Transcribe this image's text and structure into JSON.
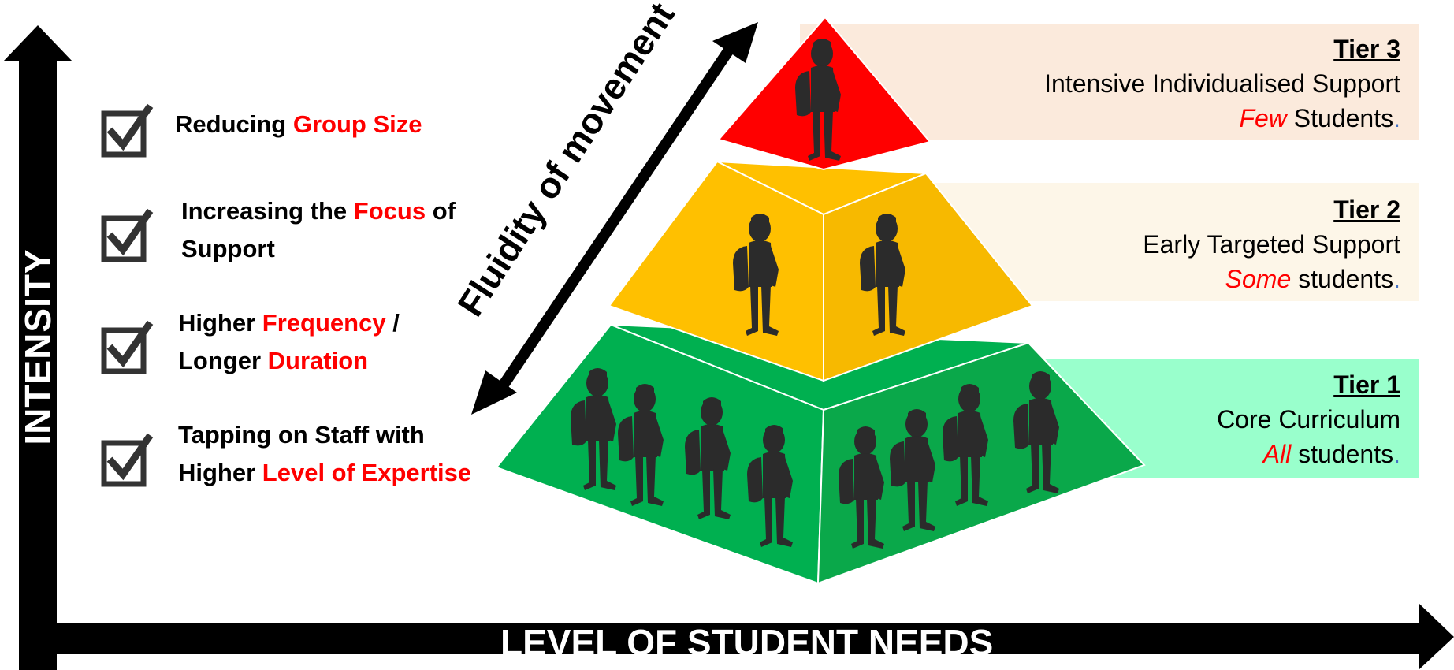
{
  "axes": {
    "y_label": "INTENSITY",
    "x_label": "LEVEL OF STUDENT NEEDS"
  },
  "fluidity_label": "Fluidity of movement",
  "checklist": [
    {
      "line1_pre": "Reducing ",
      "line1_hl": "Group Size",
      "line1_post": "",
      "line2_pre": "",
      "line2_hl": "",
      "line2_post": ""
    },
    {
      "line1_pre": "Increasing the ",
      "line1_hl": "Focus",
      "line1_post": " of",
      "line2_pre": "Support",
      "line2_hl": "",
      "line2_post": ""
    },
    {
      "line1_pre": "Higher ",
      "line1_hl": "Frequency",
      "line1_post": " /",
      "line2_pre": "Longer ",
      "line2_hl": "Duration",
      "line2_post": ""
    },
    {
      "line1_pre": "Tapping on Staff with",
      "line1_hl": "",
      "line1_post": "",
      "line2_pre": "Higher ",
      "line2_hl": "Level of Expertise",
      "line2_post": ""
    }
  ],
  "tiers": [
    {
      "title": "Tier 3",
      "description": "Intensive Individualised Support",
      "emphasis": "Few",
      "rest": " Students",
      "end": "."
    },
    {
      "title": "Tier 2",
      "description": "Early Targeted Support",
      "emphasis": "Some",
      "rest": " students",
      "end": "."
    },
    {
      "title": "Tier 1",
      "description": "Core Curriculum",
      "emphasis": "All",
      "rest": " students",
      "end": "."
    }
  ],
  "colors": {
    "tier3": "#ff0000",
    "tier2": "#ffc000",
    "tier1": "#00b050",
    "tier3_band": "#fbeadc",
    "tier2_band": "#fdf6e8",
    "tier1_band": "#99ffcc",
    "highlight": "#ff0000",
    "axis": "#000000"
  },
  "icons": {
    "checklist": "checkbox-checked-icon",
    "figure": "student-with-backpack-silhouette"
  }
}
